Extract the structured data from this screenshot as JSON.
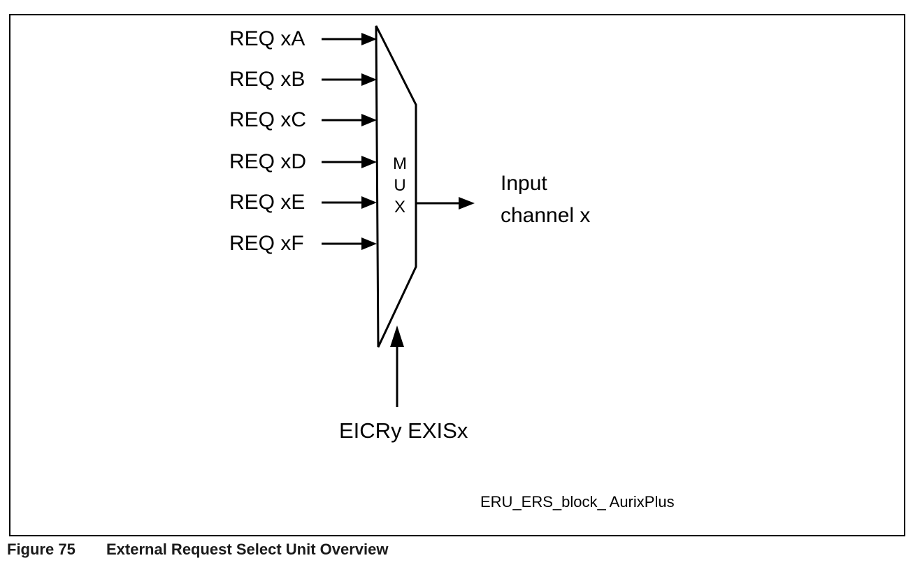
{
  "diagram": {
    "inputs": [
      "REQ xA",
      "REQ xB",
      "REQ xC",
      "REQ xD",
      "REQ xE",
      "REQ xF"
    ],
    "mux_label": "M\nU\nX",
    "output_label": "Input\nchannel x",
    "select_label": "EICRy EXISx",
    "watermark": "ERU_ERS_block_ AurixPlus"
  },
  "caption": {
    "figure_number": "Figure 75",
    "title": "External Request Select Unit Overview"
  },
  "colors": {
    "line": "#000000",
    "text": "#000000",
    "caption_text": "#1a1a1a",
    "background": "#ffffff"
  }
}
